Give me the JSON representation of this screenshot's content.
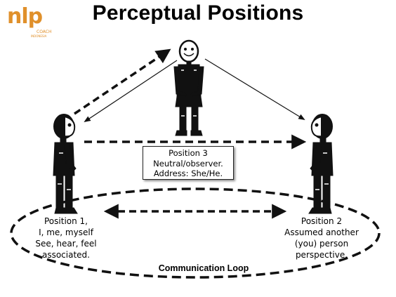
{
  "title": "Perceptual Positions",
  "logo": {
    "brand": "nlp",
    "line1": "COACH",
    "line2": "INDONESIA"
  },
  "positions": {
    "position1": [
      "Position 1,",
      "I, me, myself",
      "See, hear, feel",
      "associated."
    ],
    "position2": [
      "Position 2",
      "Assumed another",
      "(you) person",
      "perspective."
    ],
    "position3": [
      "Position 3",
      "Neutral/observer.",
      "Address: She/He."
    ]
  },
  "loop_label": "Communication Loop",
  "colors": {
    "logo": "#e0902b",
    "ink": "#000000",
    "figure_fill": "#111111"
  }
}
